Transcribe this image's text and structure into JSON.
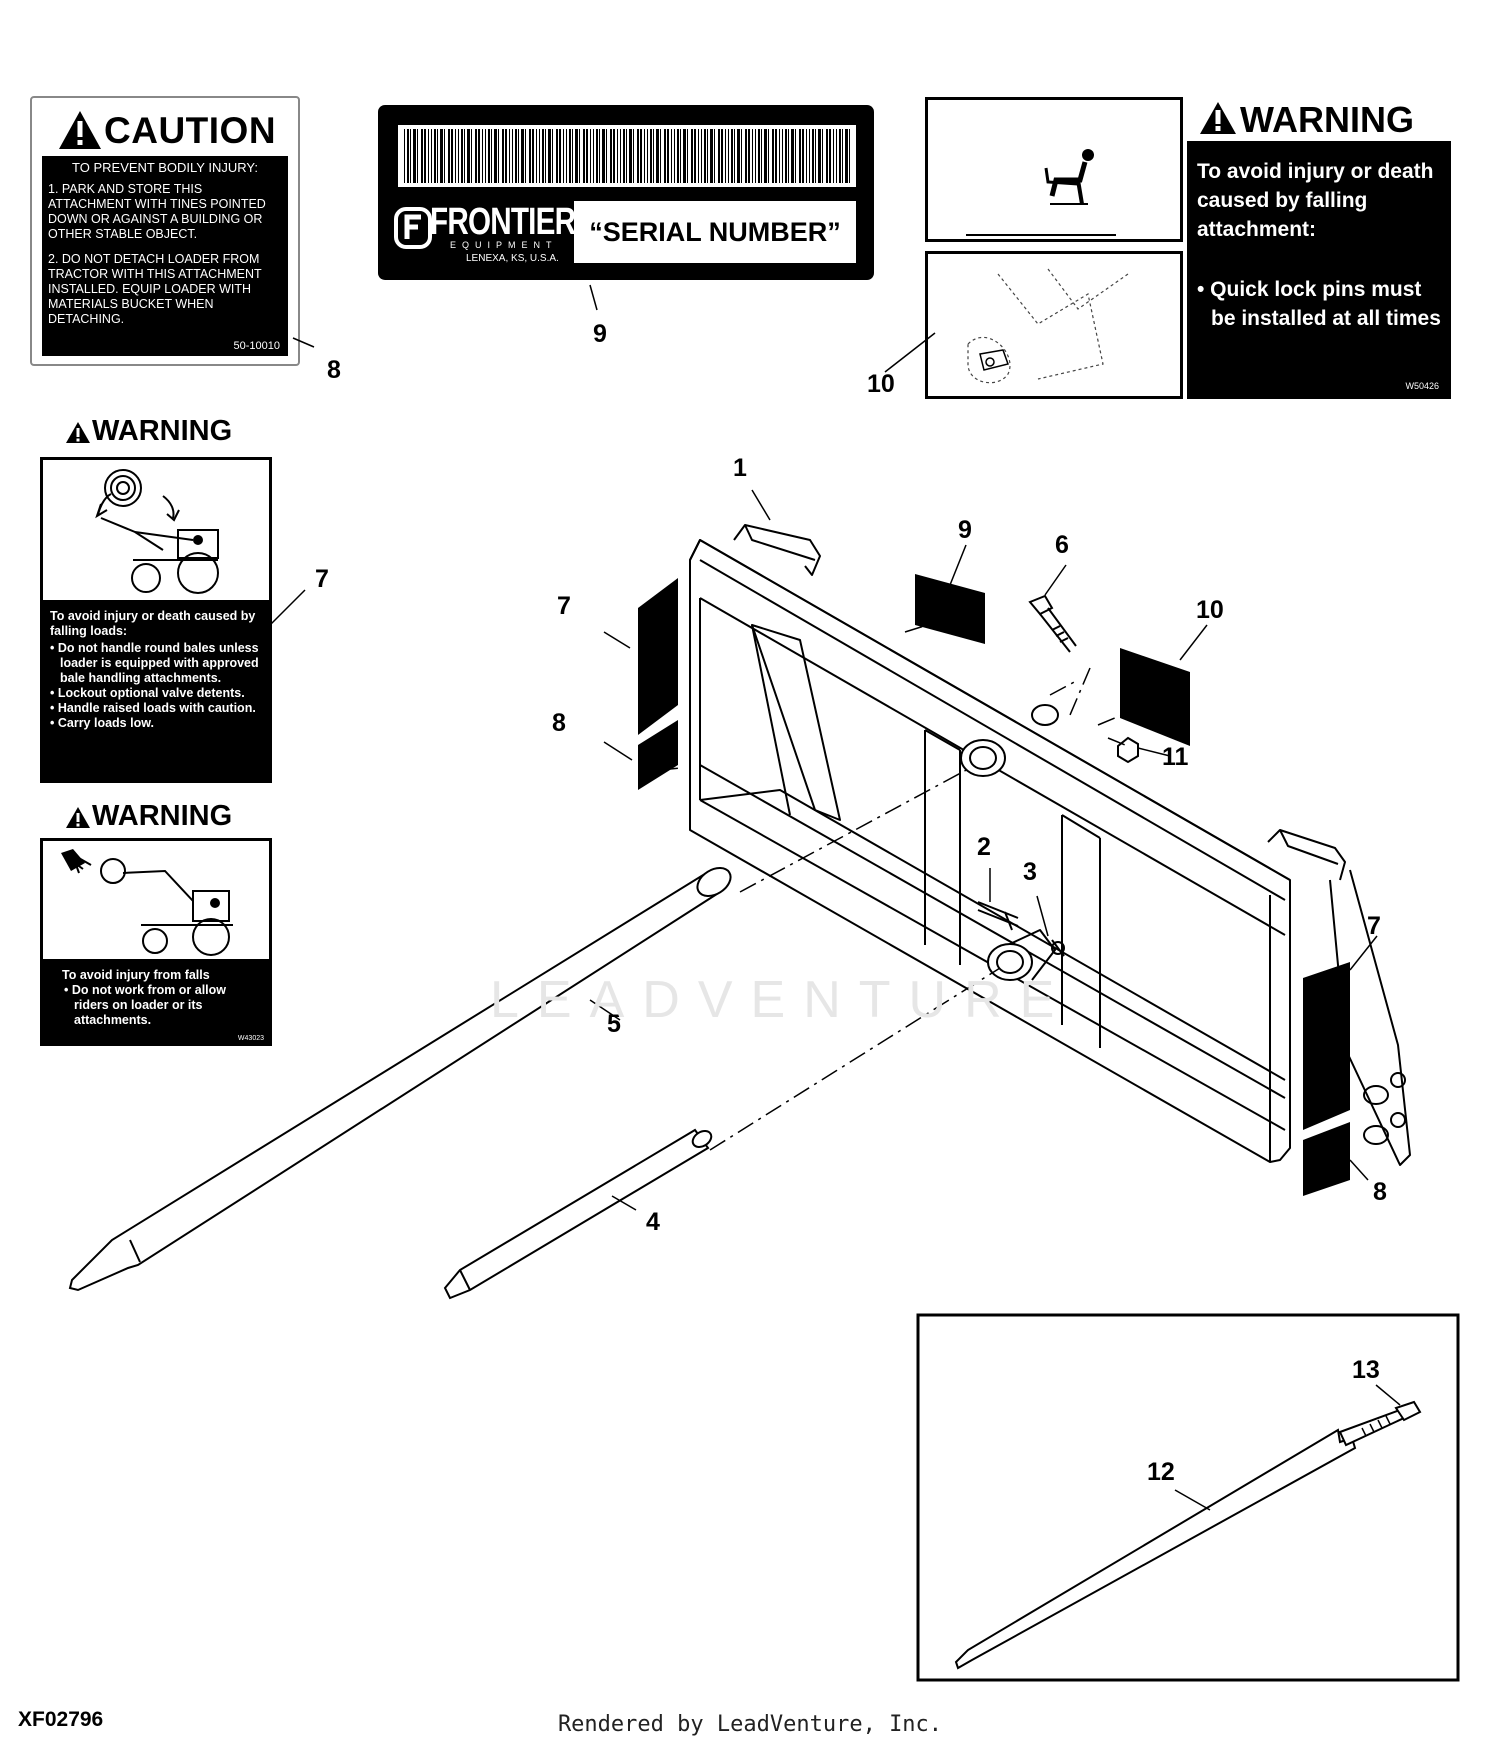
{
  "caution_decal": {
    "heading": "CAUTION",
    "subheading": "TO PREVENT BODILY INJURY:",
    "item1": "1. PARK AND STORE THIS ATTACHMENT WITH TINES POINTED DOWN OR AGAINST A BUILDING OR OTHER STABLE OBJECT.",
    "item2": "2. DO NOT DETACH LOADER FROM TRACTOR WITH THIS ATTACHMENT INSTALLED. EQUIP LOADER WITH MATERIALS BUCKET WHEN DETACHING.",
    "part_no": "50-10010"
  },
  "serial_decal": {
    "brand": "FRONTIER",
    "brand_sub": "EQUIPMENT",
    "location": "LENEXA, KS, U.S.A.",
    "serial_text": "“SERIAL NUMBER”"
  },
  "warning_quicklock": {
    "heading": "WARNING",
    "line1": "To avoid injury or death caused by falling attachment:",
    "line2": "• Quick lock pins must be installed at all times",
    "part_no": "W50426"
  },
  "warning_bales": {
    "heading": "WARNING",
    "intro": "To avoid injury or death caused by falling loads:",
    "bullets": [
      "• Do not handle  round bales unless loader is equipped with approved bale handling attachments.",
      "• Lockout optional valve detents.",
      "• Handle raised loads with caution.",
      "• Carry loads low."
    ]
  },
  "warning_falls": {
    "heading": "WARNING",
    "intro": "To avoid injury from falls",
    "bullet": "• Do not work from or allow riders on loader or its attachments.",
    "part_no": "W43023"
  },
  "callouts": {
    "c1": "1",
    "c2": "2",
    "c3": "3",
    "c4": "4",
    "c5": "5",
    "c6": "6",
    "c7a": "7",
    "c7b": "7",
    "c7c": "7",
    "c8a": "8",
    "c8b": "8",
    "c8c": "8",
    "c9a": "9",
    "c9b": "9",
    "c10a": "10",
    "c10b": "10",
    "c11": "11",
    "c12": "12",
    "c13": "13"
  },
  "watermark": "LEADVENTURE",
  "figure_id": "XF02796",
  "footer": "Rendered by LeadVenture, Inc.",
  "icons": [
    "warning-triangle-icon"
  ]
}
